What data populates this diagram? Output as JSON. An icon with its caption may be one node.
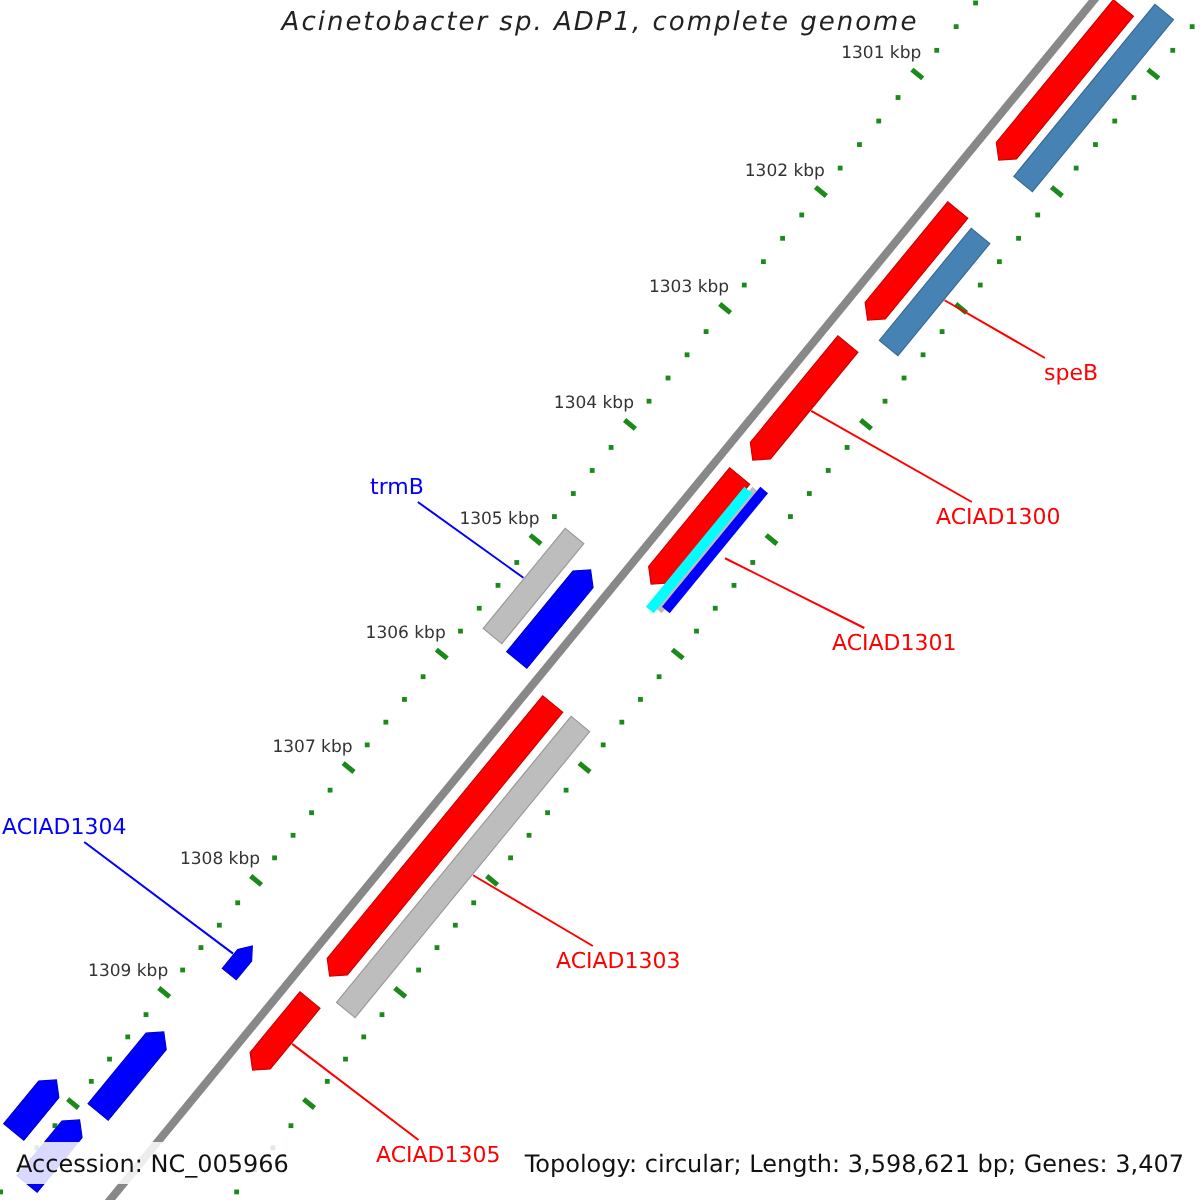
{
  "diagram": {
    "title": "Acinetobacter sp. ADP1, complete genome",
    "nodes": [
      {
        "text": [
          "speB"
        ]
      },
      {
        "text": [],
        "shape": "bar"
      },
      {
        "text": [
          "ACIAD1300"
        ]
      },
      {
        "text": [],
        "shape": "pentagon"
      },
      {
        "text": [
          "ACIAD1301"
        ]
      },
      {
        "text": [],
        "shape": "bar"
      },
      {
        "text": [
          "trmB"
        ]
      },
      {
        "text": [],
        "shape": "bar"
      },
      {
        "text": [
          "ACIAD1304"
        ]
      },
      {
        "text": [],
        "shape": "pentagon"
      },
      {
        "text": [
          "ACIAD1303"
        ]
      },
      {
        "text": [],
        "shape": "bar"
      },
      {
        "text": [
          "ACIAD1305"
        ]
      },
      {
        "text": [],
        "shape": "pentagon"
      },
      {
        "text": [],
        "shape": "pentagon"
      },
      {
        "text": [],
        "shape": "bar"
      },
      {
        "text": [],
        "shape": "pentagon"
      },
      {
        "text": [],
        "shape": "pentagon"
      },
      {
        "text": [],
        "shape": "pentagon"
      },
      {
        "text": [],
        "shape": "pentagon"
      },
      {
        "text": [],
        "shape": "pentagon"
      },
      {
        "text": [],
        "shape": "pentagon"
      },
      {
        "text": [],
        "shape": "pentagon"
      }
    ],
    "edges": [
      {
        "from": 0,
        "to": 1,
        "arrow": "none"
      },
      {
        "from": 2,
        "to": 3,
        "arrow": "none"
      },
      {
        "from": 4,
        "to": 5,
        "arrow": "none"
      },
      {
        "from": 6,
        "to": 7,
        "arrow": "none",
        "color": "#0000ff"
      },
      {
        "from": 8,
        "to": 9,
        "arrow": "none",
        "color": "#0000ff"
      },
      {
        "from": 10,
        "to": 11,
        "arrow": "none"
      },
      {
        "from": 12,
        "to": 13,
        "arrow": "none"
      }
    ],
    "labels": [
      "1301 kbp",
      "1302 kbp",
      "1303 kbp",
      "1304 kbp",
      "1305 kbp",
      "1306 kbp",
      "1307 kbp",
      "1308 kbp",
      "1309 kbp",
      "Accession: NC_005966",
      "Topology: circular; Length: 3,598,621 bp; Genes: 3,407"
    ]
  }
}
